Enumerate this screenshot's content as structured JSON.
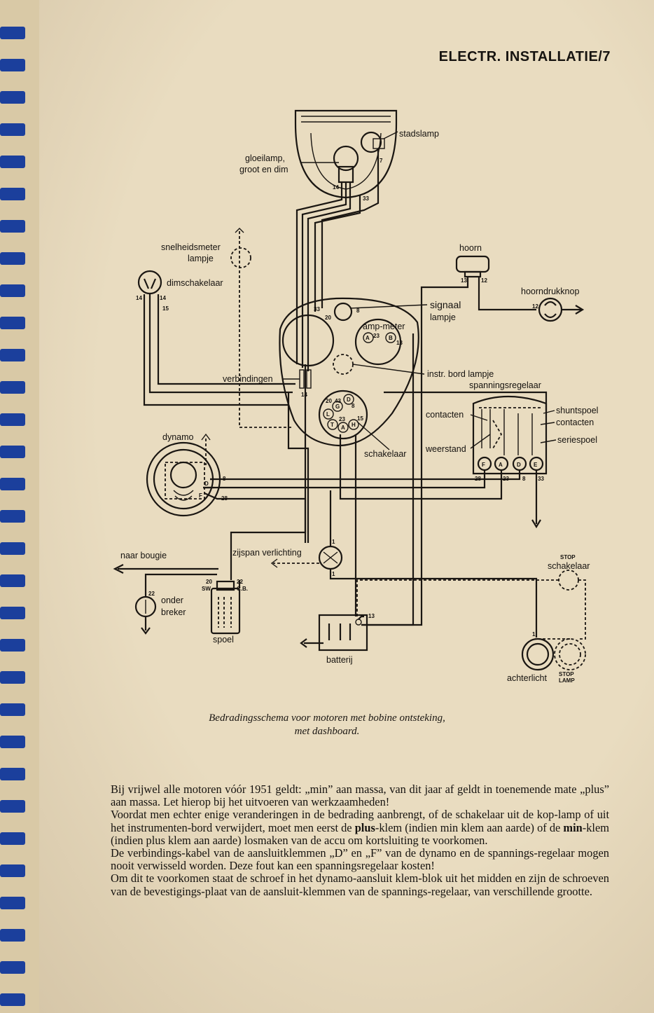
{
  "header": {
    "title": "ELECTR. INSTALLATIE/7"
  },
  "diagram": {
    "labels": {
      "stadslamp": "stadslamp",
      "gloeilamp_1": "gloeilamp,",
      "gloeilamp_2": "groot en dim",
      "hoorn": "hoorn",
      "hoorndrukknop": "hoorndrukknop",
      "snelheidsmeter_1": "snelheidsmeter",
      "snelheidsmeter_2": "lampje",
      "dimschakelaar": "dimschakelaar",
      "signaal_1": "signaal",
      "signaal_2": "lampje",
      "ampmeter": "amp-meter",
      "verbindingen": "verbindingen",
      "instr_bord": "instr. bord lampje",
      "spanningsregelaar": "spanningsregelaar",
      "contacten": "contacten",
      "weerstand": "weerstand",
      "shuntspoel": "shuntspoel",
      "contacten_r": "contacten",
      "seriespoel": "seriespoel",
      "dynamo": "dynamo",
      "schakelaar": "schakelaar",
      "naar_bougie": "naar  bougie",
      "zijspan": "zijspan  verlichting",
      "stop_1": "STOP",
      "stop_2": "schakelaar",
      "onder_1": "onder",
      "onder_2": "breker",
      "spoel": "spoel",
      "batterij": "batterij",
      "achterlicht": "achterlicht",
      "stop_lamp_1": "STOP",
      "stop_lamp_2": "LAMP"
    },
    "terminals": {
      "F": "F",
      "A": "A",
      "D": "D",
      "E": "E",
      "L": "L",
      "T": "T",
      "H": "H",
      "G": "G",
      "B": "B",
      "n33": "33",
      "n28": "28",
      "n23": "23",
      "n7": "7",
      "n14": "14",
      "n13": "13",
      "n12": "12",
      "n15": "15",
      "n20": "20",
      "n22": "22",
      "n8": "8",
      "n1": "1",
      "n43": "43",
      "sw": "SW.",
      "cb": "C.B."
    }
  },
  "caption": {
    "line1": "Bedradingsschema voor motoren met bobine ontsteking,",
    "line2": "met dashboard."
  },
  "body": {
    "p1": "Bij vrijwel alle motoren vóór 1951 geldt: „min” aan massa, van dit jaar af geldt in toenemende mate „plus” aan massa. Let hierop bij het uitvoeren van werkzaamheden!",
    "p2a": "Voordat men echter enige veranderingen in de bedrading aanbrengt, of de schakelaar uit de kop-lamp of uit het instrumenten-bord verwijdert, moet men eerst de ",
    "p2b": "plus",
    "p2c": "-klem (indien min klem aan aarde) of de ",
    "p2d": "min",
    "p2e": "-klem (indien plus klem aan aarde) losmaken van de accu om kortsluiting te voorkomen.",
    "p3": "De verbindings-kabel van de aansluitklemmen „D” en „F” van de dynamo en de spannings-regelaar mogen nooit verwisseld worden. Deze fout kan een spanningsregelaar kosten!",
    "p4": "Om dit te voorkomen staat de schroef in het dynamo-aansluit klem-blok uit het midden en zijn de schroeven van de bevestigings-plaat van de aansluit-klemmen van de spannings-regelaar, van verschillende grootte."
  }
}
